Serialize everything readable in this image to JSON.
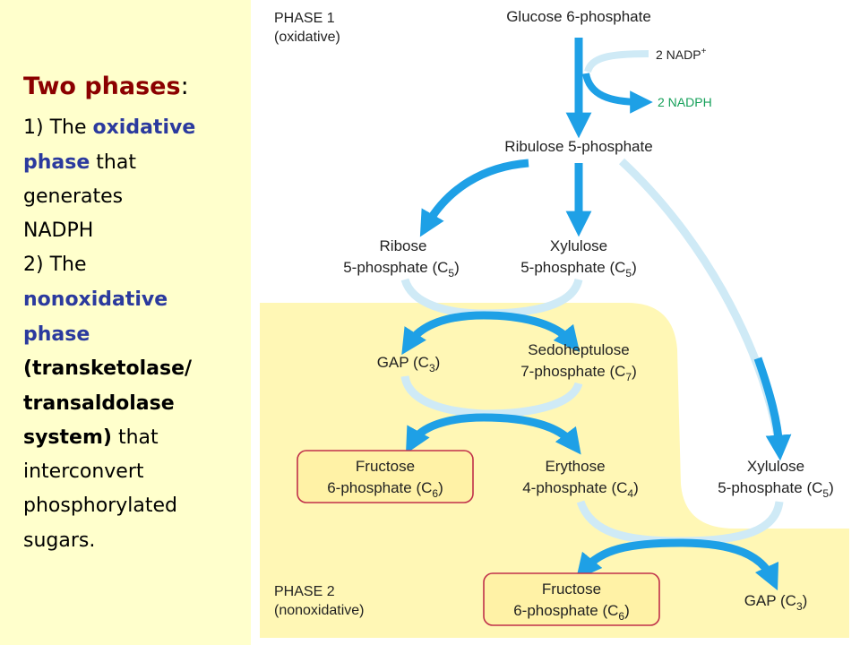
{
  "left_panel": {
    "title": "Two phases",
    "title_colon": ":",
    "item1_prefix": "1) The ",
    "item1_highlight_a": "oxidative",
    "item1_highlight_b": "phase",
    "item1_rest_a": " that",
    "item1_rest_b": "generates",
    "item1_rest_c": "NADPH",
    "item2_prefix": "2) The",
    "item2_highlight_a": "nonoxidative",
    "item2_highlight_b": "phase",
    "item2_bold_a": "(transketolase/",
    "item2_bold_b": "transaldolase",
    "item2_bold_c": "system)",
    "item2_rest_a": " that",
    "item2_rest_b": "interconvert",
    "item2_rest_c": "phosphorylated",
    "item2_rest_d": "sugars."
  },
  "diagram": {
    "phase1_line1": "PHASE 1",
    "phase1_line2": "(oxidative)",
    "phase2_line1": "PHASE 2",
    "phase2_line2": "(nonoxidative)",
    "glucose6p": "Glucose 6-phosphate",
    "nadp_in": "2 NADP",
    "nadp_in_sup": "+",
    "nadph_out": "2 NADPH",
    "ribulose5p": "Ribulose 5-phosphate",
    "ribose_line1": "Ribose",
    "ribose_line2": "5-phosphate (C",
    "ribose_sub": "5",
    "xylulose_a_line1": "Xylulose",
    "xylulose_a_line2": "5-phosphate (C",
    "xylulose_a_sub": "5",
    "gap_a": "GAP (C",
    "gap_a_sub": "3",
    "sedo_line1": "Sedoheptulose",
    "sedo_line2": "7-phosphate (C",
    "sedo_sub": "7",
    "fructose_a_line1": "Fructose",
    "fructose_a_line2": "6-phosphate (C",
    "fructose_a_sub": "6",
    "erythose_line1": "Erythose",
    "erythose_line2": "4-phosphate (C",
    "erythose_sub": "4",
    "xylulose_b_line1": "Xylulose",
    "xylulose_b_line2": "5-phosphate (C",
    "xylulose_b_sub": "5",
    "fructose_b_line1": "Fructose",
    "fructose_b_line2": "6-phosphate (C",
    "fructose_b_sub": "6",
    "gap_b": "GAP (C",
    "gap_b_sub": "3",
    "close_paren": ")"
  },
  "colors": {
    "left_panel_bg": "#ffffcc",
    "phase2_region": "#fff7b5",
    "arrow_blue": "#1ea0e6",
    "arrow_light": "#cfeaf6",
    "nadph_green": "#16a05a",
    "highlight_blue": "#2b3a9e",
    "title_red": "#8b0000",
    "box_border": "#c0304a"
  }
}
